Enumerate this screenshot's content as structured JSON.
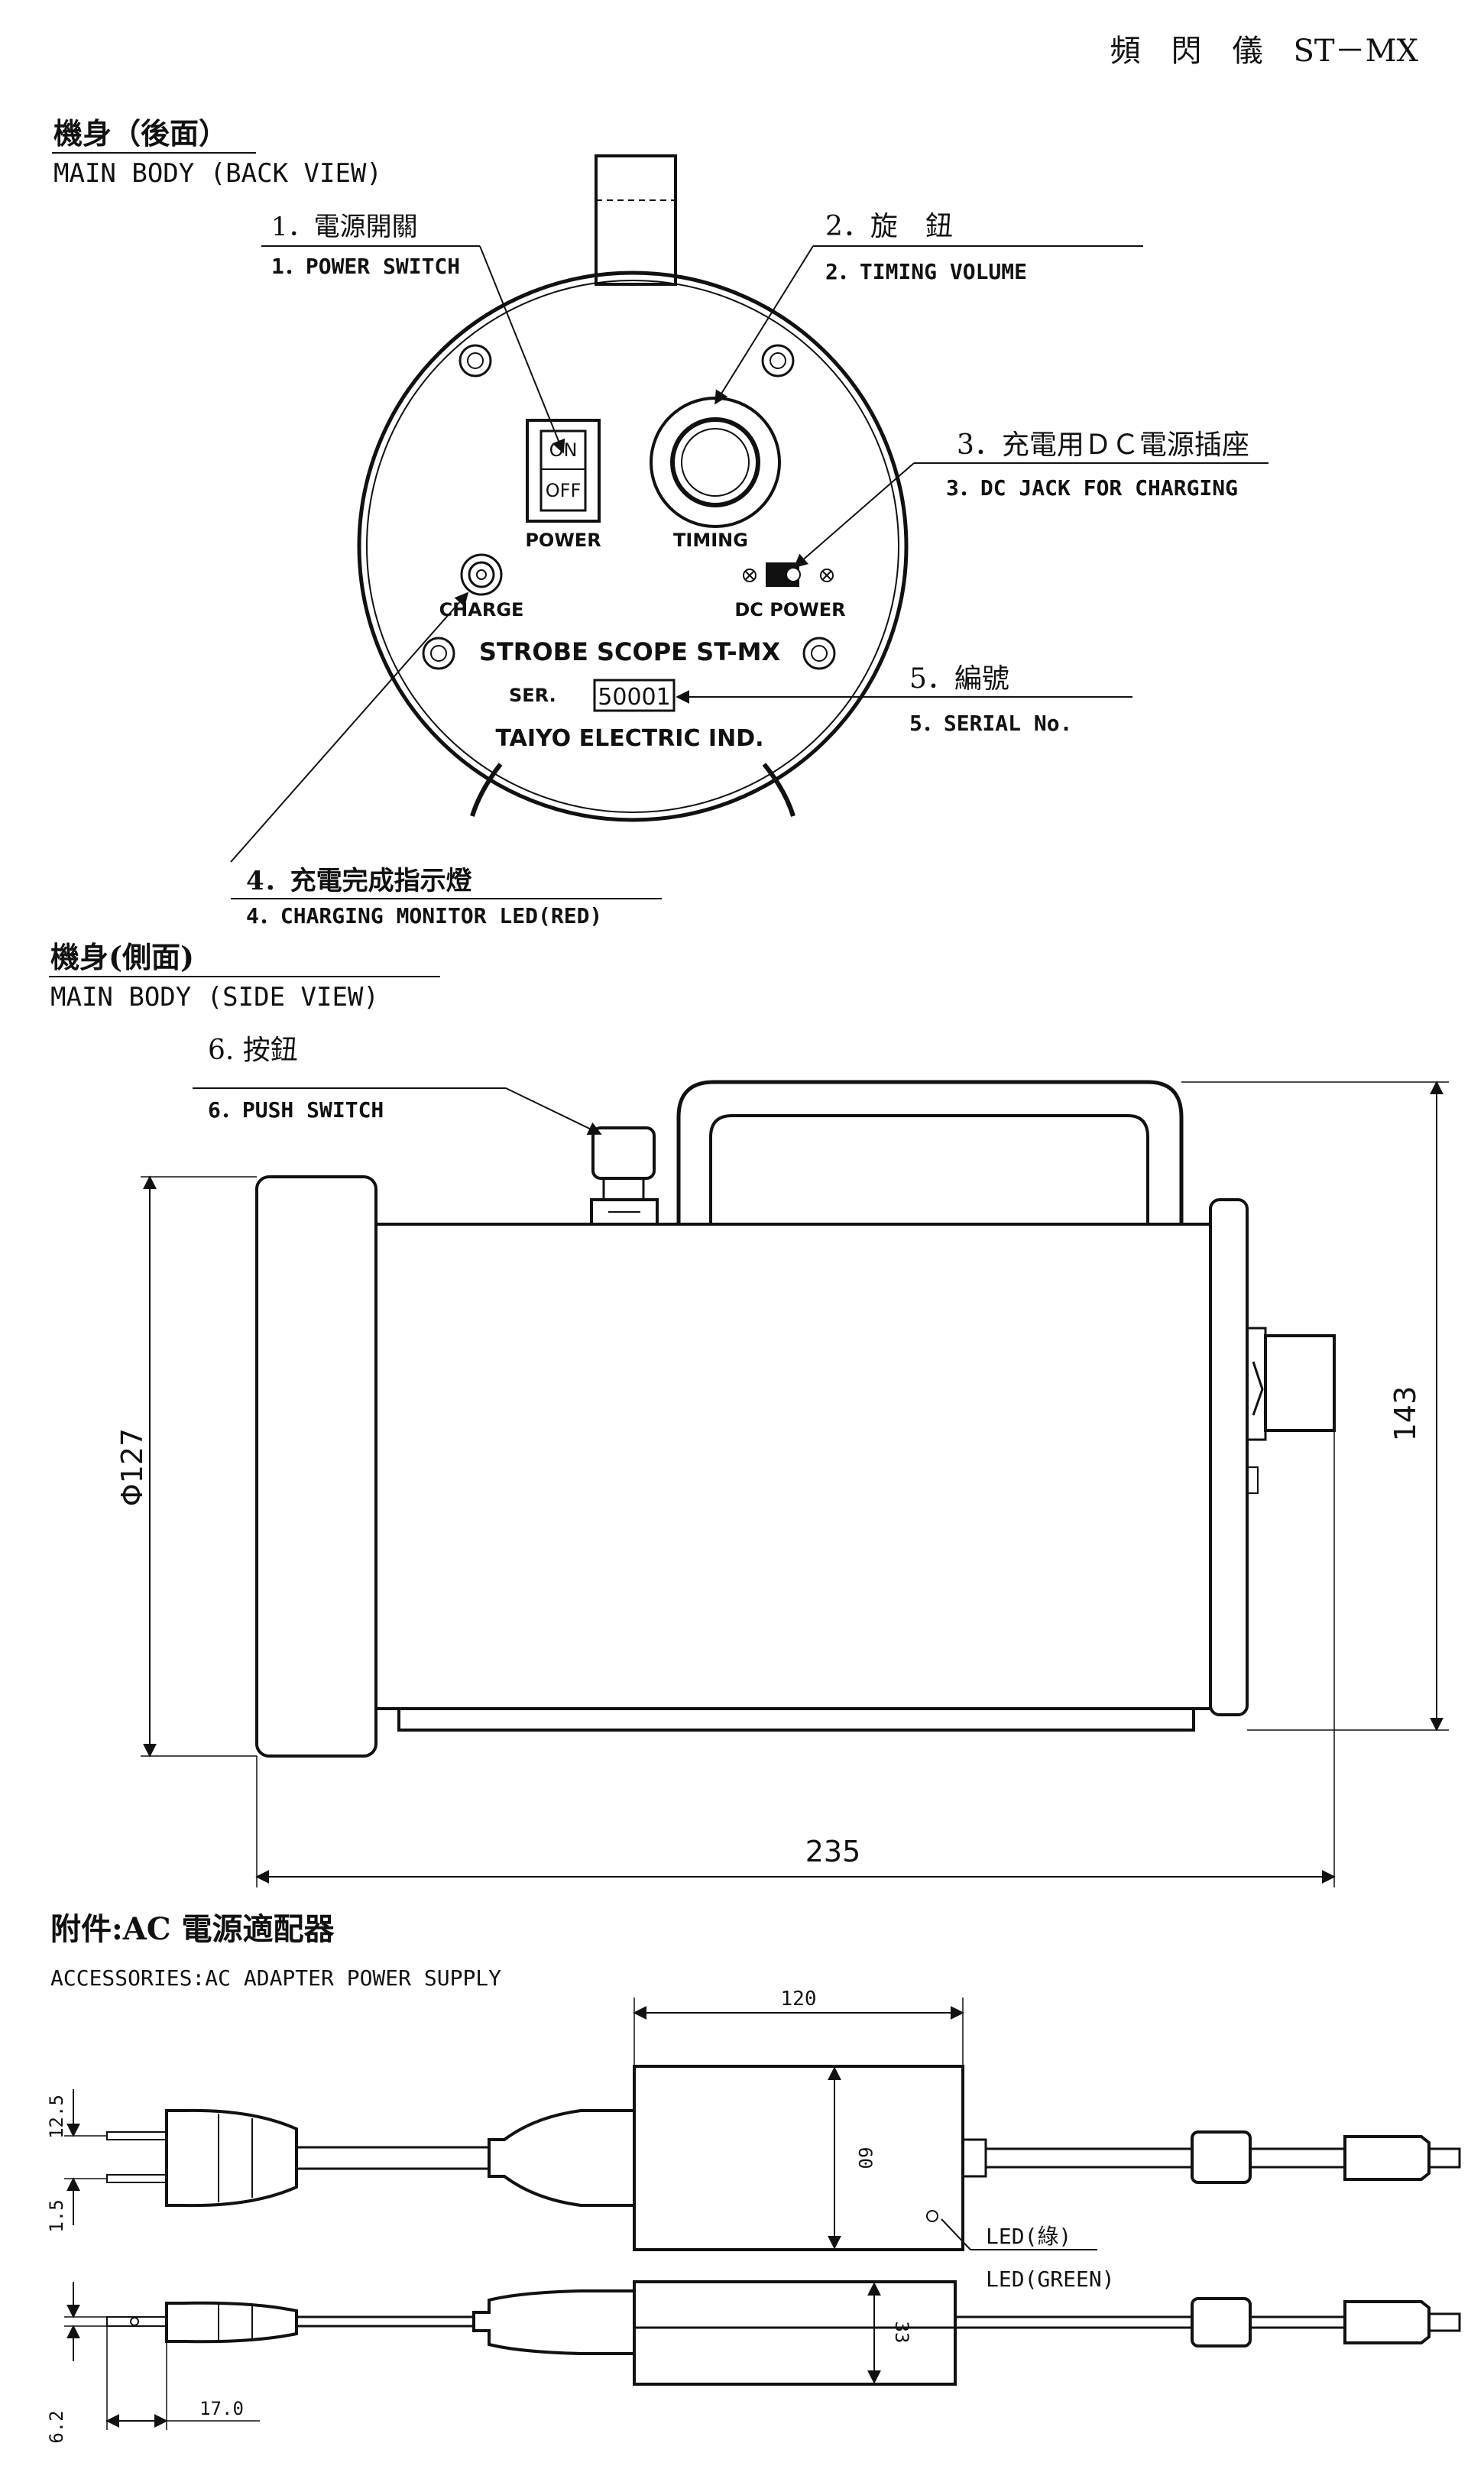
{
  "header": {
    "title": "頻　閃　儀　ST－MX"
  },
  "back_view": {
    "title_zh": "機身（後面）",
    "title_en": "MAIN BODY (BACK VIEW)",
    "callouts": [
      {
        "zh": "1．電源開關",
        "en": "1．POWER SWITCH"
      },
      {
        "zh": "2．旋　鈕",
        "en": "2．TIMING VOLUME"
      },
      {
        "zh": "3．充電用ＤＣ電源插座",
        "en": "3．DC JACK FOR CHARGING"
      },
      {
        "zh": "4．充電完成指示燈",
        "en": "4．CHARGING MONITOR LED(RED)"
      },
      {
        "zh": "5．編號",
        "en": "5．SERIAL No."
      }
    ],
    "panel": {
      "switch_on": "ON",
      "switch_off": "OFF",
      "power": "POWER",
      "timing": "TIMING",
      "charge": "CHARGE",
      "dc_power": "DC POWER",
      "model": "STROBE SCOPE ST-MX",
      "ser_label": "SER.",
      "serial": "50001",
      "maker": "TAIYO ELECTRIC IND."
    }
  },
  "side_view": {
    "title_zh": "機身(側面)",
    "title_en": "MAIN BODY (SIDE VIEW)",
    "callout_zh": "6. 按鈕",
    "callout_en": "6．PUSH SWITCH",
    "dim_diameter": "Φ127",
    "dim_height": "143",
    "dim_length": "235"
  },
  "accessories": {
    "title_zh": "附件:AC 電源適配器",
    "title_en": "ACCESSORIES:AC ADAPTER POWER SUPPLY",
    "dim_width": "120",
    "dim_depth": "60",
    "dim_thickness": "33",
    "dim_pin_spacing": "12.5",
    "dim_pin_thickness": "1.5",
    "dim_pin_width": "6.2",
    "dim_pin_length": "17.0",
    "led_zh": "LED(綠)",
    "led_en": "LED(GREEN)"
  }
}
